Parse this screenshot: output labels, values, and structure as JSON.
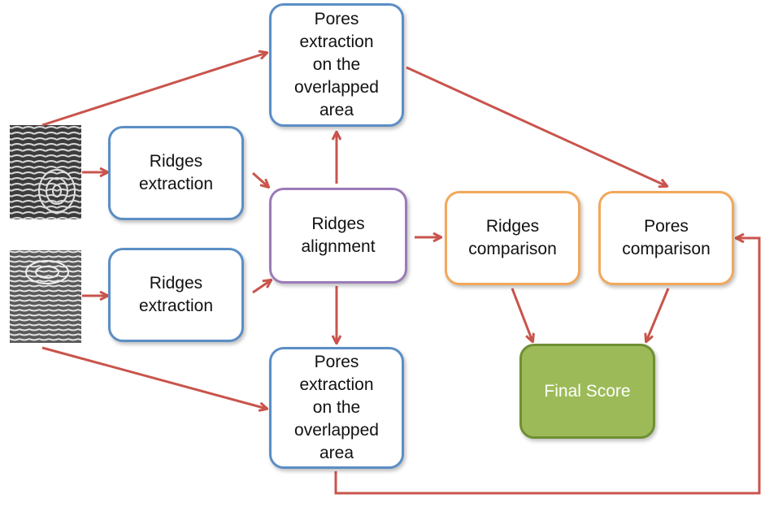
{
  "colors": {
    "arrow": "#c9544c",
    "blue_border": "#5b8ec5",
    "purple_border": "#9b7bb8",
    "orange_border": "#f2a85a",
    "green_fill": "#9cbb58"
  },
  "nodes": {
    "pores_top": "Pores\nextraction\non the\noverlapped\narea",
    "ridges_extraction_1": "Ridges\nextraction",
    "ridges_extraction_2": "Ridges\nextraction",
    "ridges_alignment": "Ridges\nalignment",
    "ridges_comparison": "Ridges\ncomparison",
    "pores_comparison": "Pores\ncomparison",
    "pores_bottom": "Pores\nextraction\non the\noverlapped\narea",
    "final_score": "Final Score"
  },
  "images": {
    "fingerprint_1": "fingerprint-image",
    "fingerprint_2": "fingerprint-image"
  }
}
